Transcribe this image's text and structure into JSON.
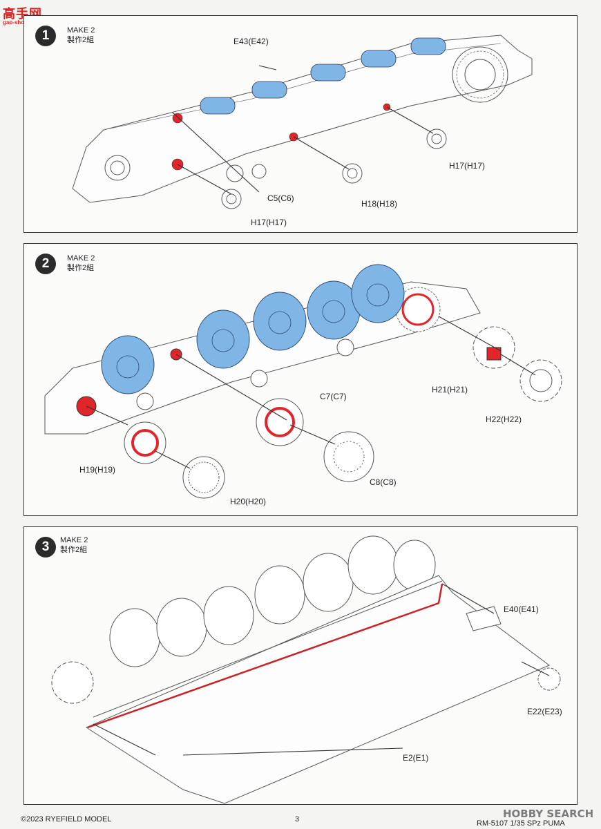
{
  "watermark": {
    "top": "高手网",
    "sub": "gao-shou.com"
  },
  "steps": [
    {
      "number": "1",
      "make": "MAKE 2",
      "make_cn": "製作2組",
      "labels": [
        "E43(E42)",
        "C5(C6)",
        "H18(H18)",
        "H17(H17)",
        "H17(H17)"
      ]
    },
    {
      "number": "2",
      "make": "MAKE 2",
      "make_cn": "製作2組",
      "labels": [
        "C7(C7)",
        "H21(H21)",
        "H22(H22)",
        "H19(H19)",
        "C8(C8)",
        "H20(H20)"
      ]
    },
    {
      "number": "3",
      "make": "MAKE 2",
      "make_cn": "製作2組",
      "labels": [
        "E40(E41)",
        "E22(E23)",
        "E2(E1)"
      ]
    }
  ],
  "footer": {
    "copyright": "©2023 RYEFIELD MODEL",
    "page": "3",
    "model": "RM-5107 1/35 SPz PUMA",
    "hobbysearch": "HOBBY SEARCH"
  },
  "colors": {
    "highlight_blue": "#7fb6e6",
    "highlight_red": "#e0252b",
    "line": "#444444"
  }
}
